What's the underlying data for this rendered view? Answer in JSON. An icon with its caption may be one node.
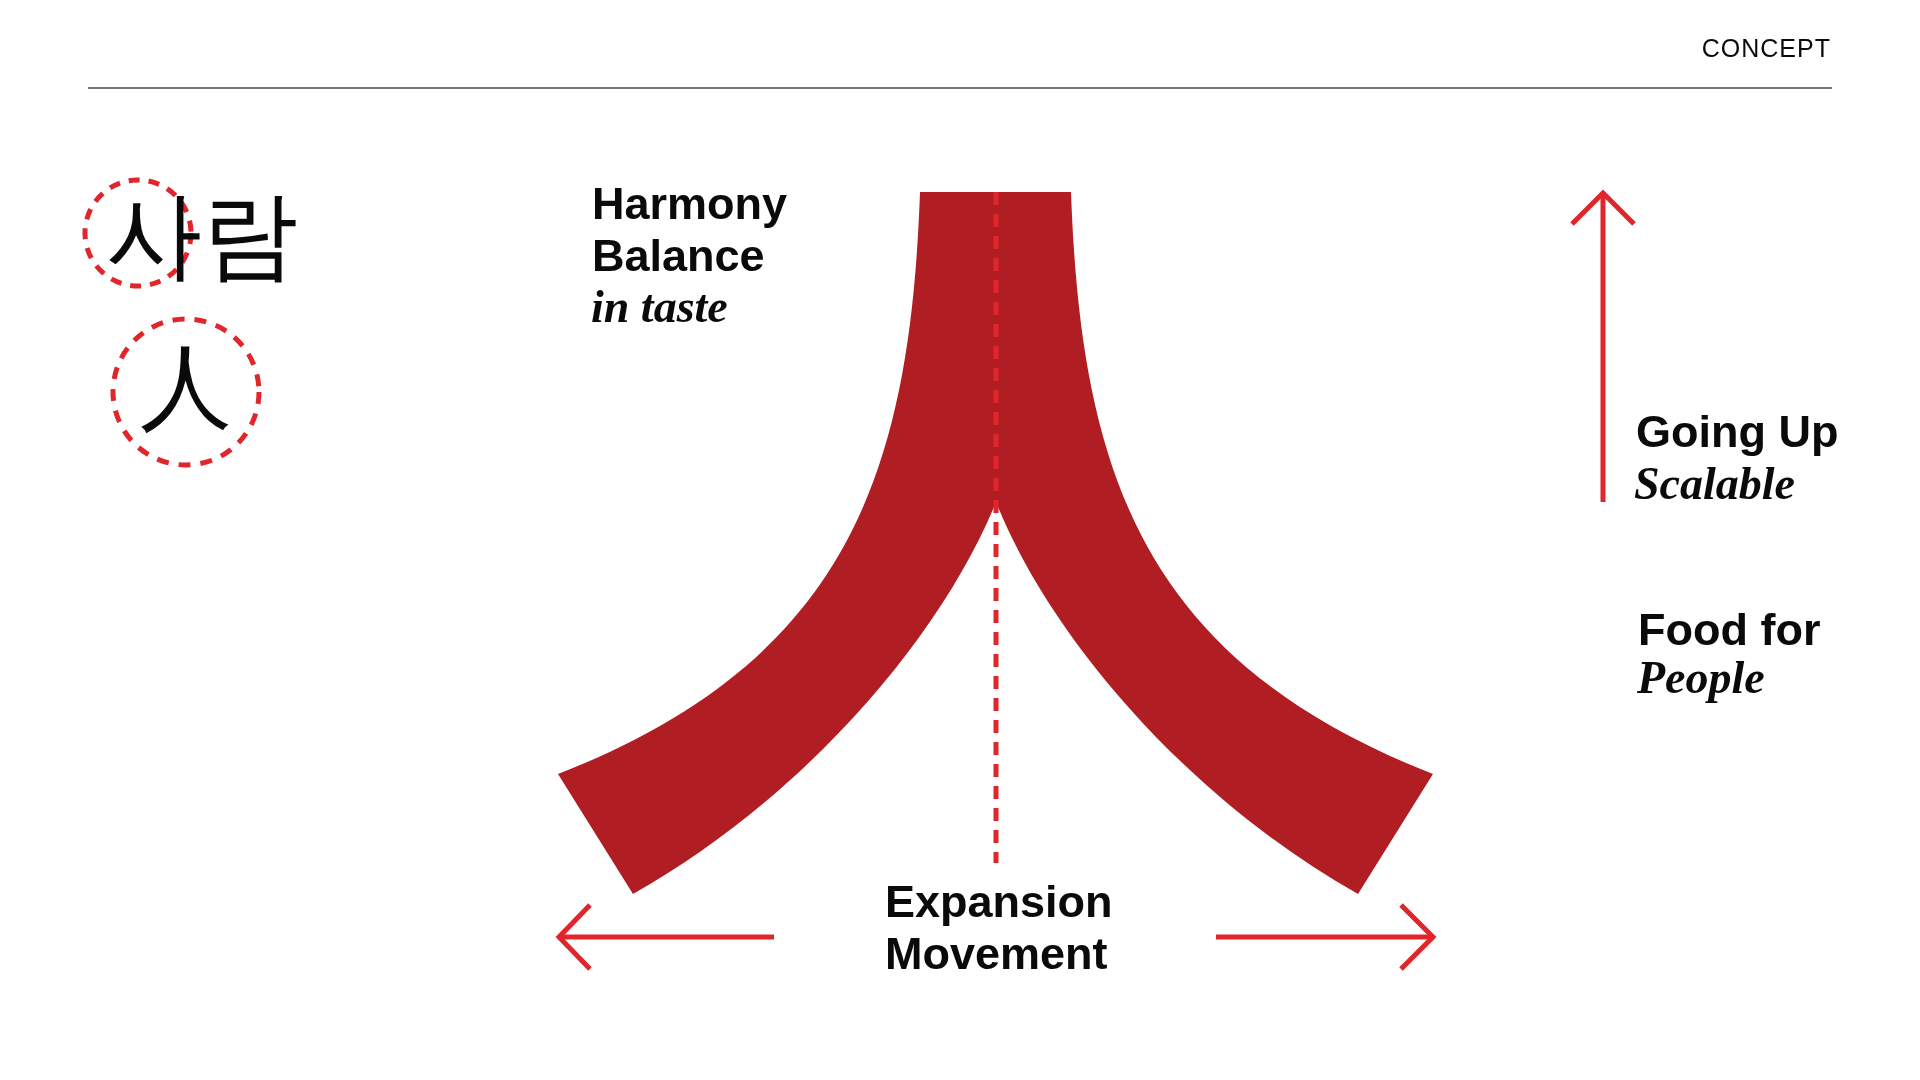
{
  "diagram": {
    "nodes": [
      {
        "text": [
          "人"
        ]
      }
    ],
    "labels": [
      "CONCEPT",
      "사람",
      "Harmony Balance",
      "in taste",
      "Going Up",
      "Scalable",
      "Food for",
      "People",
      "Expansion Movement"
    ]
  }
}
